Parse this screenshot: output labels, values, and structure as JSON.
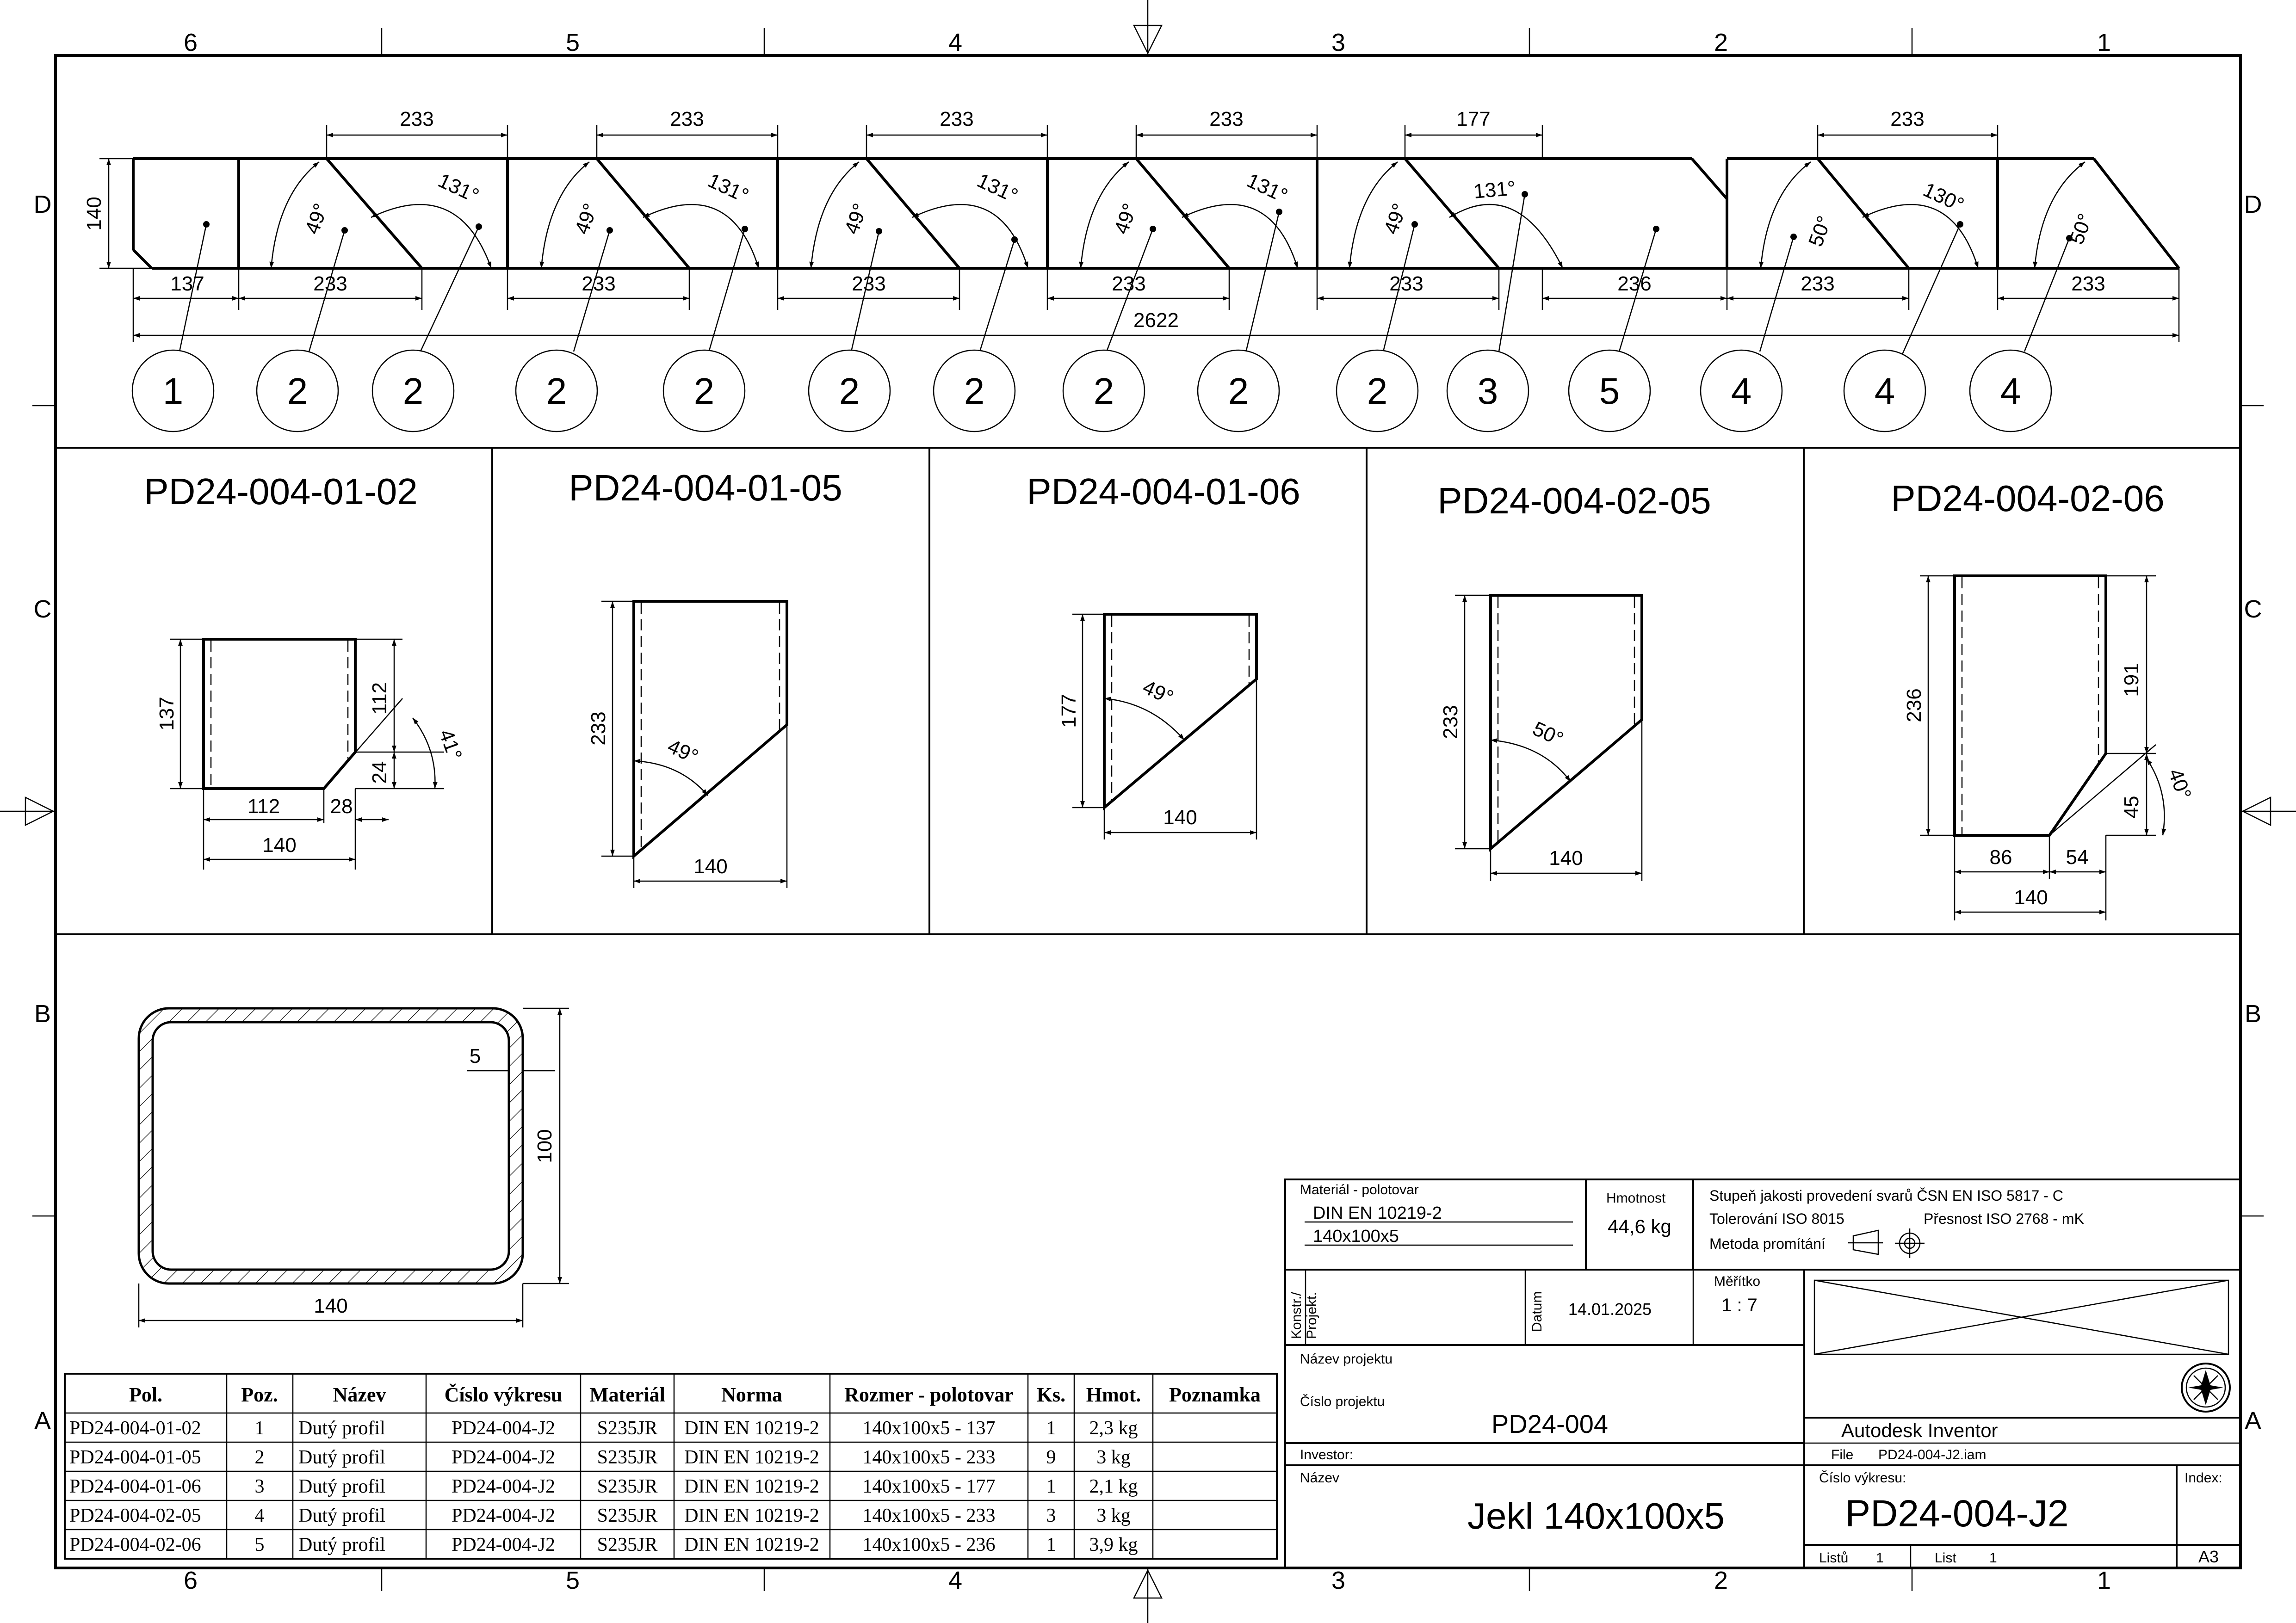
{
  "sheet": {
    "col_labels": [
      "6",
      "5",
      "4",
      "3",
      "2",
      "1"
    ],
    "row_labels": [
      "D",
      "C",
      "B",
      "A"
    ]
  },
  "layout": {
    "top_dims": [
      "233",
      "233",
      "233",
      "233",
      "177",
      "233"
    ],
    "bottom_dims": [
      "137",
      "233",
      "233",
      "233",
      "233",
      "233",
      "236",
      "233",
      "233"
    ],
    "height_dim": "140",
    "total_dim": "2622",
    "angles": [
      "49°",
      "131°",
      "49°",
      "131°",
      "49°",
      "131°",
      "49°",
      "131°",
      "49°",
      "131°",
      "50°",
      "130°",
      "50°"
    ],
    "balloons": [
      "1",
      "2",
      "2",
      "2",
      "2",
      "2",
      "2",
      "2",
      "2",
      "2",
      "3",
      "5",
      "4",
      "4",
      "4"
    ]
  },
  "details": [
    {
      "title": "PD24-004-01-02",
      "dims": [
        "137",
        "112",
        "24",
        "112",
        "28",
        "140"
      ],
      "angle": "41°"
    },
    {
      "title": "PD24-004-01-05",
      "dims": [
        "233",
        "140"
      ],
      "angle": "49°"
    },
    {
      "title": "PD24-004-01-06",
      "dims": [
        "177",
        "140"
      ],
      "angle": "49°"
    },
    {
      "title": "PD24-004-02-05",
      "dims": [
        "233",
        "140"
      ],
      "angle": "50°"
    },
    {
      "title": "PD24-004-02-06",
      "dims": [
        "236",
        "191",
        "45",
        "86",
        "54",
        "140"
      ],
      "angle": "40°"
    }
  ],
  "section": {
    "wall": "5",
    "height": "100",
    "width": "140"
  },
  "parts_table": {
    "headers": [
      "Pol.",
      "Poz.",
      "Název",
      "Číslo výkresu",
      "Materiál",
      "Norma",
      "Rozmer - polotovar",
      "Ks.",
      "Hmot.",
      "Poznamka"
    ],
    "rows": [
      [
        "PD24-004-01-02",
        "1",
        "Dutý profil",
        "PD24-004-J2",
        "S235JR",
        "DIN EN 10219-2",
        "140x100x5 - 137",
        "1",
        "2,3 kg",
        ""
      ],
      [
        "PD24-004-01-05",
        "2",
        "Dutý profil",
        "PD24-004-J2",
        "S235JR",
        "DIN EN 10219-2",
        "140x100x5 - 233",
        "9",
        "3 kg",
        ""
      ],
      [
        "PD24-004-01-06",
        "3",
        "Dutý profil",
        "PD24-004-J2",
        "S235JR",
        "DIN EN 10219-2",
        "140x100x5 - 177",
        "1",
        "2,1 kg",
        ""
      ],
      [
        "PD24-004-02-05",
        "4",
        "Dutý profil",
        "PD24-004-J2",
        "S235JR",
        "DIN EN 10219-2",
        "140x100x5 - 233",
        "3",
        "3 kg",
        ""
      ],
      [
        "PD24-004-02-06",
        "5",
        "Dutý profil",
        "PD24-004-J2",
        "S235JR",
        "DIN EN 10219-2",
        "140x100x5 - 236",
        "1",
        "3,9 kg",
        ""
      ]
    ]
  },
  "title_block": {
    "material_label": "Materiál - polotovar",
    "material_1": "DIN EN 10219-2",
    "material_2": "140x100x5",
    "mass_label": "Hmotnost",
    "mass": "44,6 kg",
    "weld_quality": "Stupeň jakosti provedení svarů ČSN EN ISO 5817 - C",
    "tolerance": "Tolerování ISO 8015",
    "precision": "Přesnost ISO 2768 - mK",
    "projection": "Metoda promítání",
    "konstr": "Konstr./",
    "projekt": "Projekt.",
    "datum_label": "Datum",
    "datum": "14.01.2025",
    "scale_label": "Měřítko",
    "scale": "1 : 7",
    "project_name_label": "Název projektu",
    "project_no_label": "Číslo projektu",
    "project_no": "PD24-004",
    "software": "Autodesk Inventor",
    "file_label": "File",
    "file": "PD24-004-J2.iam",
    "investor_label": "Investor:",
    "name_label": "Název",
    "name": "Jekl 140x100x5",
    "drawing_no_label": "Číslo výkresu:",
    "drawing_no": "PD24-004-J2",
    "index_label": "Index:",
    "sheets_label": "Listů",
    "sheets": "1",
    "sheet_label": "List",
    "sheet": "1",
    "format": "A3"
  }
}
